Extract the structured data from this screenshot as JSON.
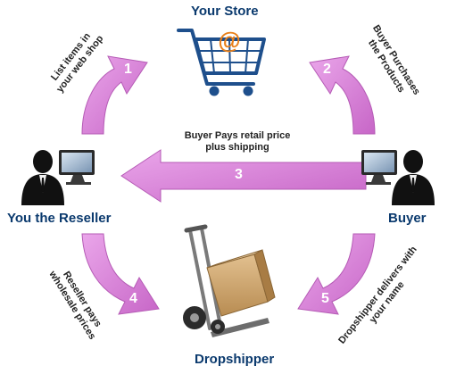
{
  "colors": {
    "arrow": "#d97fd9",
    "arrow_dark": "#b55bb5",
    "label": "#0b3a6e",
    "cart": "#1e4f8c",
    "at_sign": "#e9801a"
  },
  "nodes": {
    "store": {
      "label": "Your Store",
      "icon": "shopping-cart-at-icon"
    },
    "reseller": {
      "label": "You the Reseller",
      "icon": "person-at-computer-icon"
    },
    "buyer": {
      "label": "Buyer",
      "icon": "person-at-computer-icon"
    },
    "dropshipper": {
      "label": "Dropshipper",
      "icon": "hand-truck-box-icon"
    }
  },
  "steps": [
    {
      "number": "1",
      "lines": [
        "List items in",
        "your web shop"
      ]
    },
    {
      "number": "2",
      "lines": [
        "Buyer Purchases",
        "the Products"
      ]
    },
    {
      "number": "3",
      "lines": [
        "Buyer Pays retail price",
        "plus shipping"
      ]
    },
    {
      "number": "4",
      "lines": [
        "Reseller pays",
        "wholesale prices"
      ]
    },
    {
      "number": "5",
      "lines": [
        "Dropshipper delivers with",
        "your name"
      ]
    }
  ],
  "cart_symbol": "@"
}
